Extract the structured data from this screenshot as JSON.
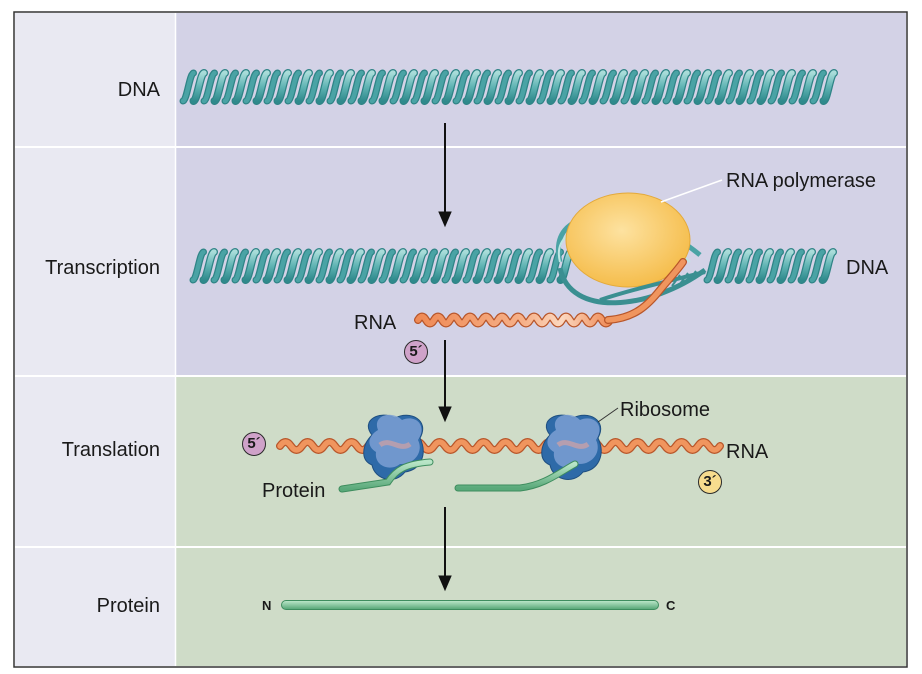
{
  "stages": {
    "dna": "DNA",
    "transcription": "Transcription",
    "translation": "Translation",
    "protein": "Protein"
  },
  "labels": {
    "rna_polymerase": "RNA polymerase",
    "dna_right": "DNA",
    "rna_transcription": "RNA",
    "ribosome": "Ribosome",
    "rna_translation": "RNA",
    "protein_chain": "Protein"
  },
  "ends": {
    "five_prime_transcription": "5´",
    "five_prime_translation": "5´",
    "three_prime_translation": "3´",
    "n_terminus": "N",
    "c_terminus": "C"
  },
  "colors": {
    "lavender_band": "#d3d2e6",
    "green_band": "#cfdcc8",
    "label_column": "#e9e9f2",
    "dna_helix": "#5fb3b3",
    "rna": "#f0955e",
    "polymerase": "#f7c556",
    "ribosome": "#4f7fbf",
    "protein": "#7cc59a"
  }
}
